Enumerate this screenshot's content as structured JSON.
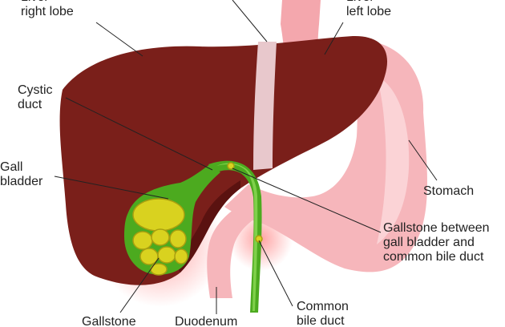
{
  "labels": {
    "liver_right_lobe": "Liver\nright lobe",
    "liver_left_lobe": "Liver\nleft lobe",
    "cystic_duct": "Cystic\nduct",
    "gall_bladder": "Gall\nbladder",
    "stomach": "Stomach",
    "gallstone_between": "Gallstone between\ngall bladder and\ncommon bile duct",
    "common_bile_duct": "Common\nbile duct",
    "duodenum": "Duodenum",
    "gallstone": "Gallstone"
  },
  "colors": {
    "liver": "#7a1f1a",
    "liver_shadow": "#5a1210",
    "stomach": "#f6b6bb",
    "stomach_light": "#fbd3d6",
    "esophagus": "#f4a7ad",
    "ligament": "#e8c8cc",
    "bile_duct": "#4caa1f",
    "bile_duct_light": "#7fd04a",
    "stone": "#d9d21f",
    "stone_dark": "#a89f10",
    "label_text": "#222222",
    "leader_line": "#222222"
  }
}
